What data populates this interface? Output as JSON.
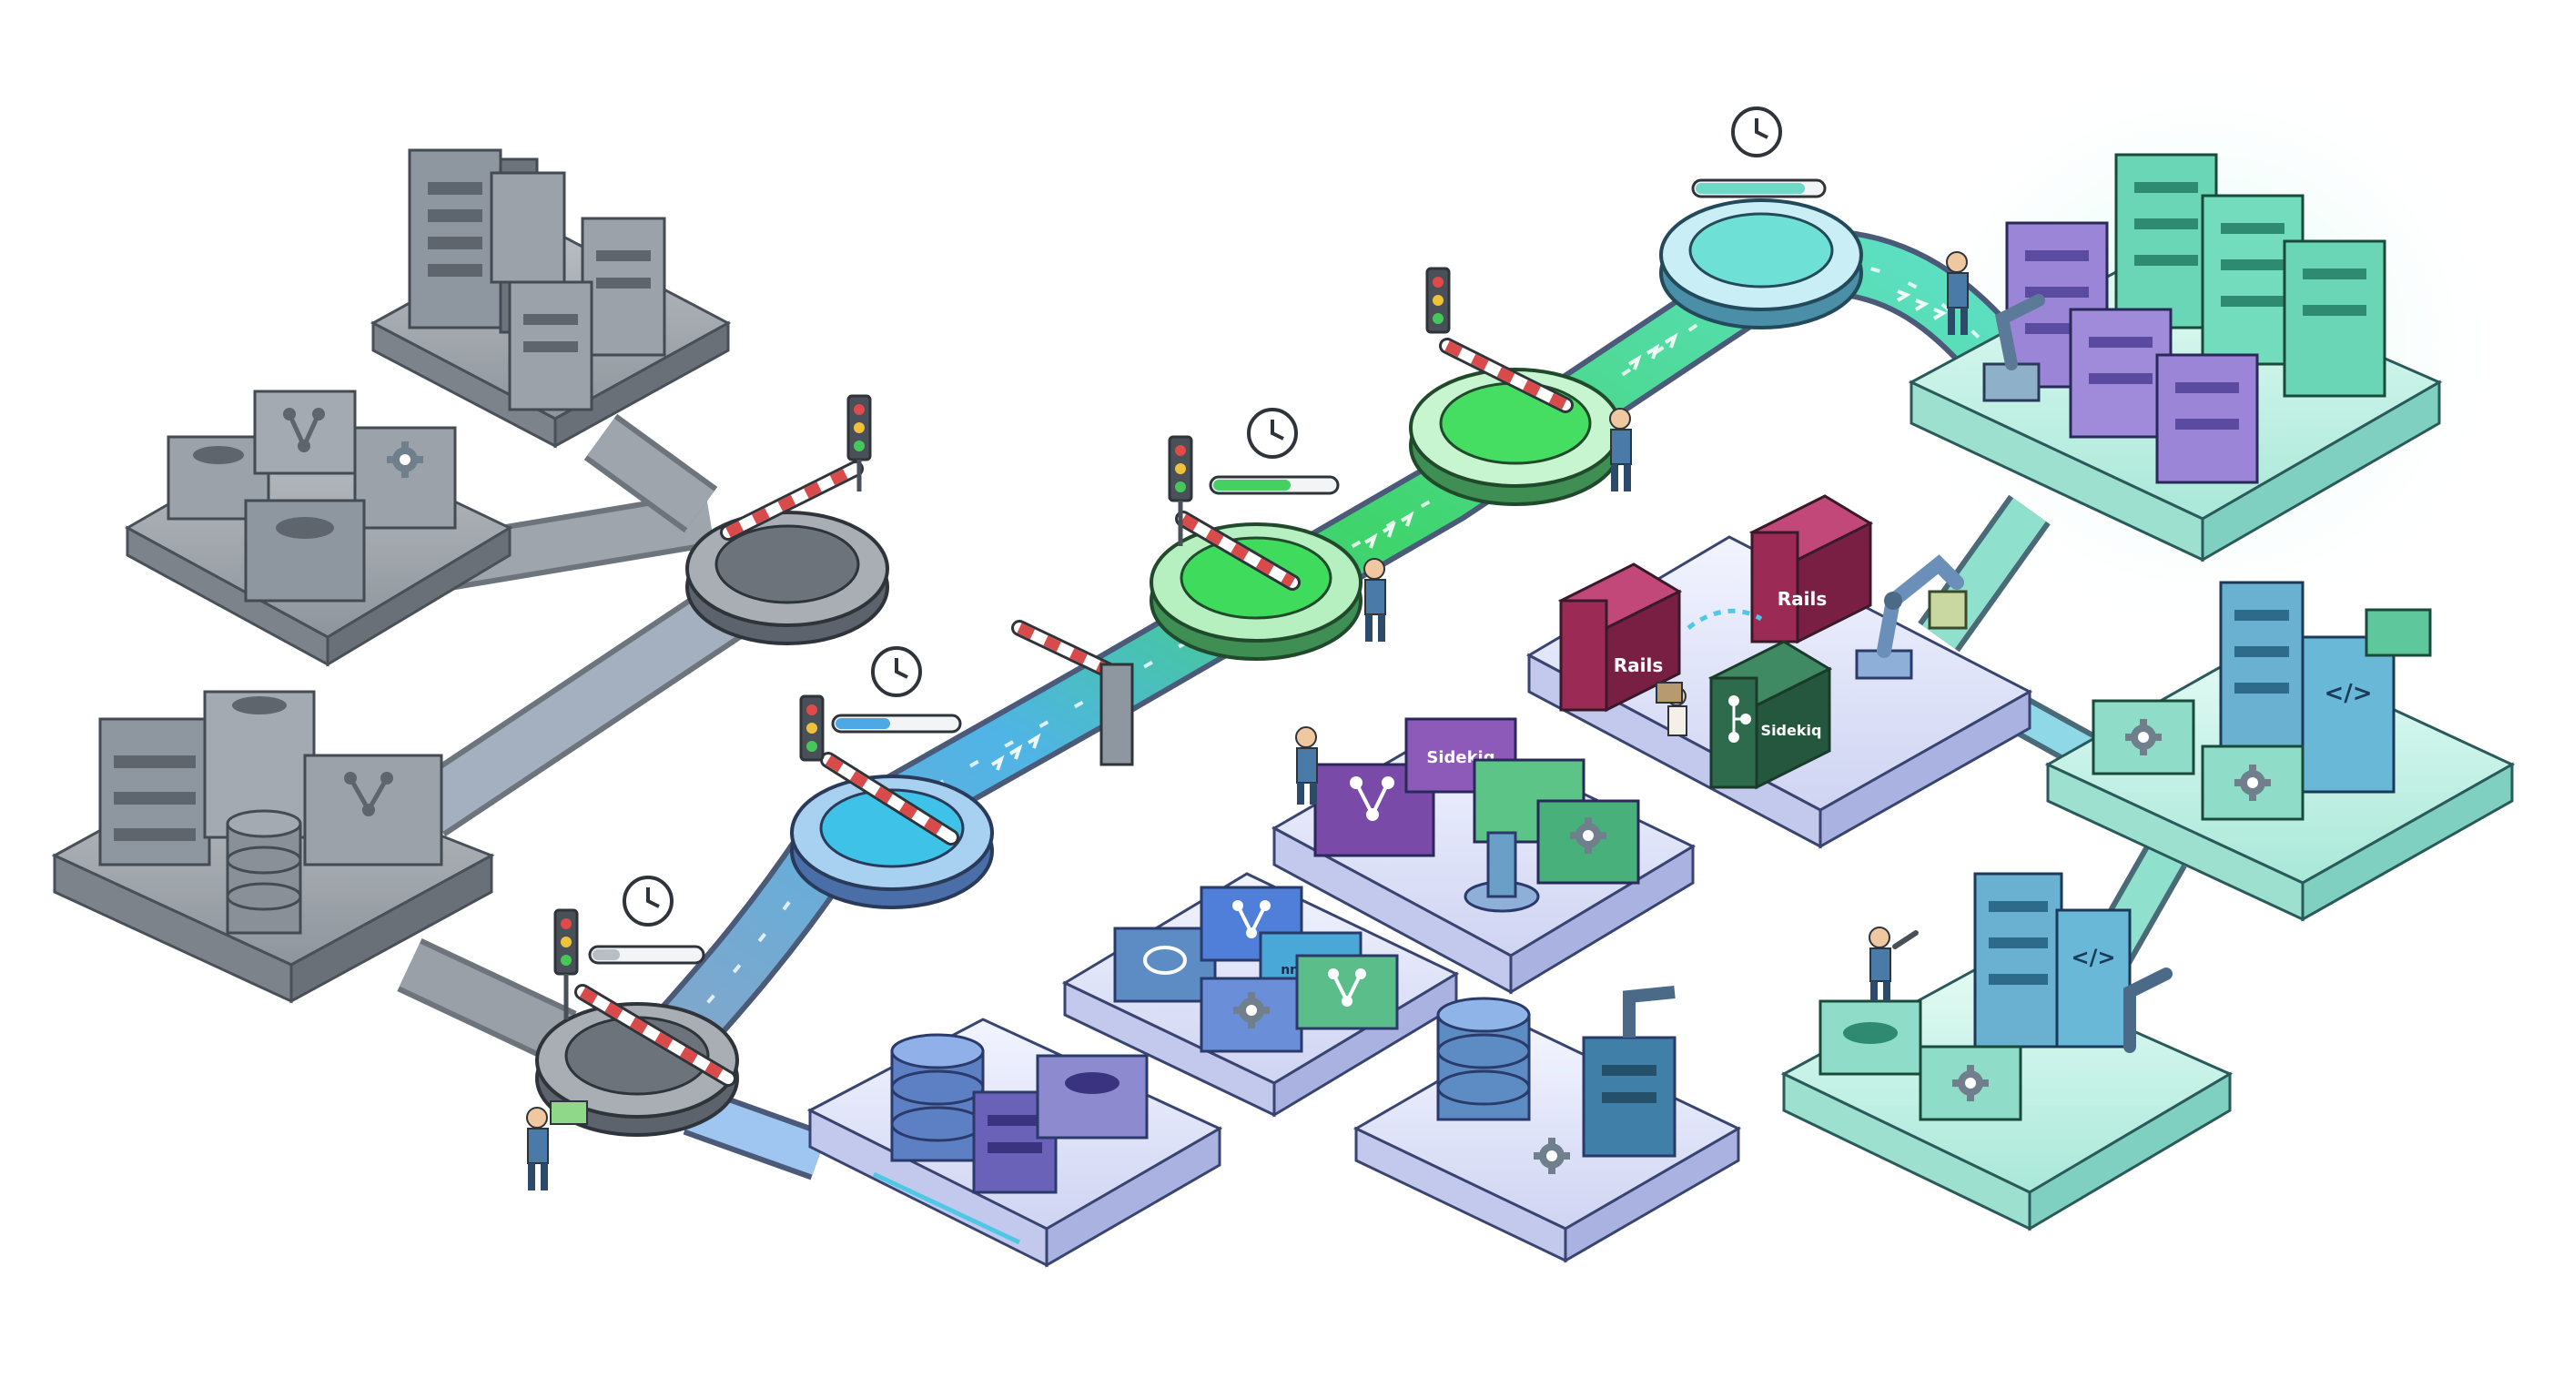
{
  "labels": {
    "rails_left": "Rails",
    "rails_right": "Rails",
    "sidekiq_block": "Sidekiq",
    "sidekiq_tile": "Sidekiq",
    "tile_small_text": "nneseus"
  },
  "colors": {
    "legacy_gray": "#8c939c",
    "belt_start": "#8fa7c4",
    "belt_blue": "#4fb4e6",
    "belt_green": "#3fd46b",
    "belt_teal": "#5fe0c8",
    "rails_red": "#9b2a55",
    "sidekiq_green": "#2e6b4c",
    "server_purple": "#9a85d6",
    "server_teal": "#6bd6b6",
    "gate_stripe": "#d94b4b"
  },
  "icons": [
    "clock-icon",
    "traffic-light-icon",
    "gate-barrier-icon",
    "gear-icon",
    "branch-icon",
    "database-icon",
    "server-rack-icon",
    "robot-arm-icon",
    "worker-figure-icon",
    "code-icon",
    "wrench-icon",
    "layers-icon"
  ]
}
